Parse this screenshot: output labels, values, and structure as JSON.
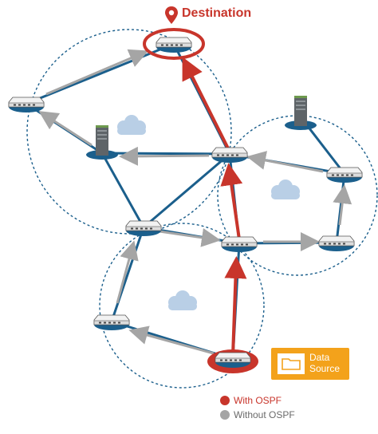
{
  "destination": {
    "label": "Destination"
  },
  "data_source": {
    "line1": "Data",
    "line2": "Source"
  },
  "legend": {
    "with_ospf": "With OSPF",
    "without_ospf": "Without OSPF"
  },
  "colors": {
    "link": "#1b5f8c",
    "ospf_path": "#c8352b",
    "non_ospf_path": "#a5a5a5",
    "zone_border": "#1b5f8c",
    "cloud": "#b9cfe6",
    "accent": "#f3a21b"
  },
  "icons": {
    "destination_marker": "location-pin-icon",
    "data_source": "folder-icon",
    "router": "router-icon",
    "server": "server-tower-icon",
    "cloud": "cloud-icon"
  }
}
